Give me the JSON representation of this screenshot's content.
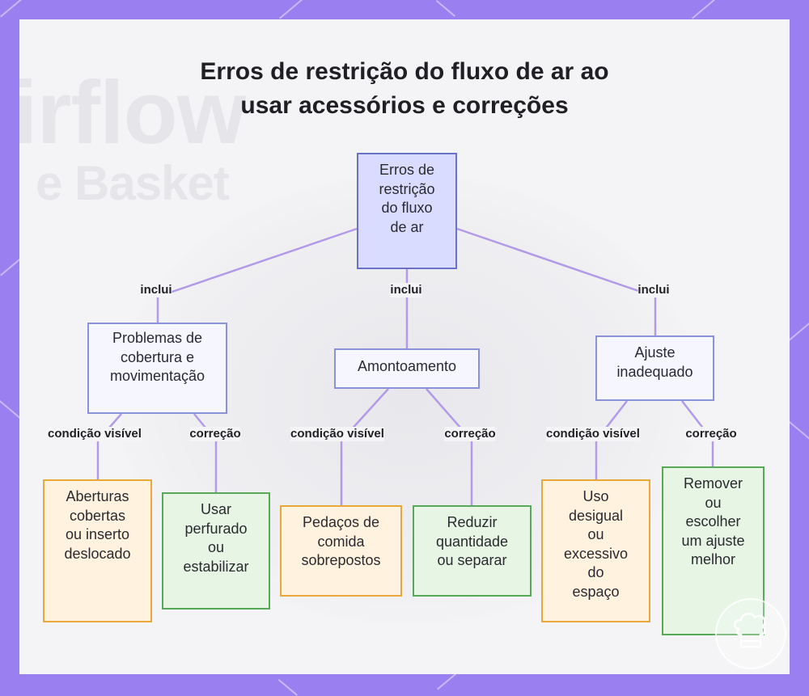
{
  "title": {
    "line1": "Erros de restrição do fluxo de ar ao",
    "line2": "usar acessórios e correções"
  },
  "background_text": {
    "word1": "irflow",
    "word2": "e Basket"
  },
  "colors": {
    "frame": "#9a7ff0",
    "edge": "#b39ae8",
    "root_fill": "#d9dcff",
    "condition_border": "#e8a93a",
    "fix_border": "#58a85a"
  },
  "nodes": {
    "root": "Erros de\nrestrição\ndo fluxo\nde ar",
    "cat_cover": "Problemas de\ncobertura e\nmovimentação",
    "cat_crowd": "Amontoamento",
    "cat_fit": "Ajuste\ninadequado",
    "cond_cover": "Aberturas\ncobertas\nou inserto\ndeslocado",
    "fix_cover": "Usar\nperfurado\nou\nestabilizar",
    "cond_crowd": "Pedaços de\ncomida\nsobrepostos",
    "fix_crowd": "Reduzir\nquantidade\nou separar",
    "cond_fit": "Uso\ndesigual\nou\nexcessivo\ndo\nespaço",
    "fix_fit": "Remover\nou\nescolher\num ajuste\nmelhor"
  },
  "edge_labels": {
    "includes_left": "inclui",
    "includes_center": "inclui",
    "includes_right": "inclui",
    "visible_left": "condição visível",
    "fix_left": "correção",
    "visible_center": "condição visível",
    "fix_center": "correção",
    "visible_right": "condição visível",
    "fix_right": "correção"
  },
  "badge_icon": "chef-hat-icon"
}
